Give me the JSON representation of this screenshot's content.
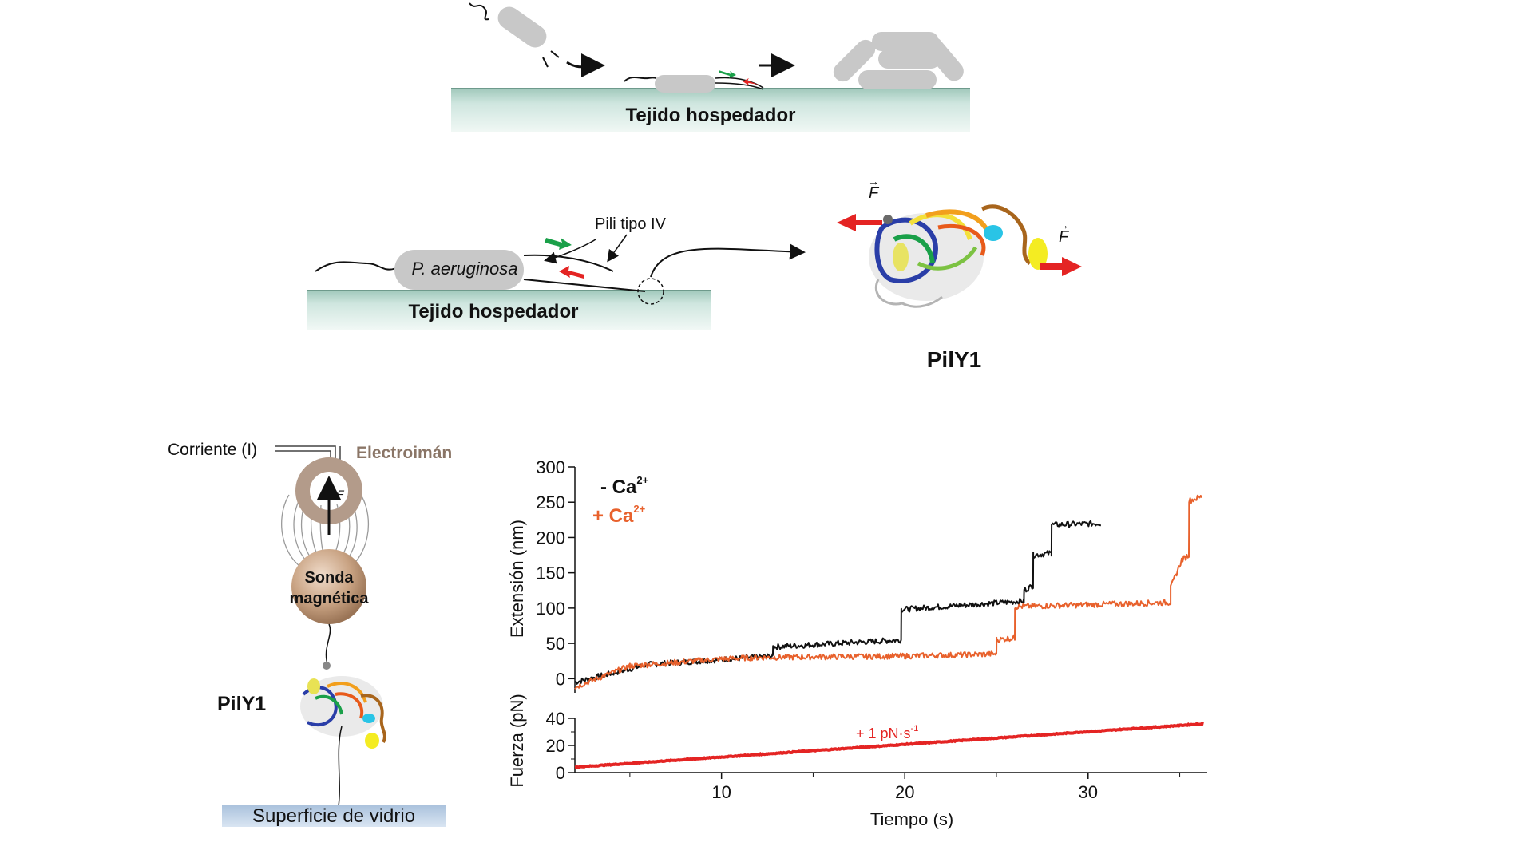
{
  "top_panel": {
    "host_tissue_label": "Tejido hospedador"
  },
  "middle_panel": {
    "host_tissue_label": "Tejido hospedador",
    "bacterium_label": "P. aeruginosa",
    "pili_label": "Pili tipo IV",
    "protein_label": "PilY1",
    "force_symbol": "F"
  },
  "setup_panel": {
    "current_label": "Corriente (I)",
    "electromagnet_label": "Electroimán",
    "probe_label_line1": "Sonda",
    "probe_label_line2": "magnética",
    "protein_label": "PilY1",
    "surface_label": "Superficie de vidrio",
    "force_symbol": "F"
  },
  "colors": {
    "tissue": "#cfe6df",
    "bacterium": "#c8c8c8",
    "electromagnet": "#b39b8a",
    "probe": "#b08a6c",
    "glass": "#bcd0e6",
    "arrow_red": "#e42423",
    "arrow_green": "#1aa049",
    "trace_minus": "#111111",
    "trace_plus": "#e8612c",
    "force_line": "#e42423"
  },
  "chart_data": {
    "type": "line",
    "legend": [
      {
        "text": "- Ca",
        "sup": "2+",
        "color": "#111111"
      },
      {
        "text": "+ Ca",
        "sup": "2+",
        "color": "#e8612c"
      }
    ],
    "top": {
      "ylabel": "Extensión (nm)",
      "ylim": [
        -20,
        300
      ],
      "yticks": [
        0,
        50,
        100,
        150,
        200,
        250,
        300
      ],
      "series": [
        {
          "color": "#111111",
          "x": [
            2,
            6,
            12.8,
            12.81,
            19.8,
            19.81,
            26.5,
            26.51,
            27,
            27.01,
            28,
            28.01,
            30.7
          ],
          "y": [
            -5,
            20,
            32,
            45,
            55,
            98,
            110,
            125,
            132,
            175,
            178,
            218,
            220
          ]
        },
        {
          "color": "#e8612c",
          "x": [
            2,
            5,
            10,
            12,
            20,
            25,
            25.01,
            26,
            26.01,
            34.5,
            34.5,
            35.1,
            35.5,
            35.51,
            36.2
          ],
          "y": [
            -12,
            18,
            28,
            30,
            32,
            35,
            55,
            58,
            102,
            108,
            128,
            168,
            175,
            252,
            258
          ]
        }
      ]
    },
    "bottom": {
      "ylabel": "Fuerza (pN)",
      "ylim": [
        0,
        40
      ],
      "yticks": [
        0,
        20,
        40
      ],
      "xlabel": "Tiempo (s)",
      "xlim": [
        2,
        36.5
      ],
      "xticks": [
        10,
        20,
        30
      ],
      "annotation": "+ 1 pN·s",
      "annotation_sup": "-1",
      "series": [
        {
          "color": "#e42423",
          "x": [
            2,
            36.3
          ],
          "y": [
            4,
            36
          ]
        }
      ]
    }
  }
}
